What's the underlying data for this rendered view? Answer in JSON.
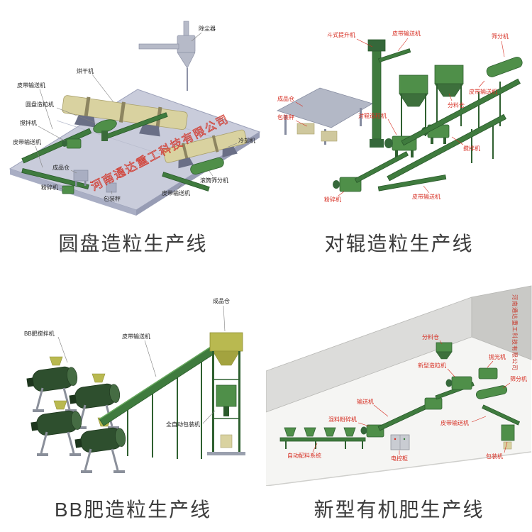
{
  "colors": {
    "machine_green": "#3f7b3e",
    "label_red": "#d62b1f",
    "watermark_red": "#d23b30",
    "drum_tan": "#d9d2a0",
    "platform_gray": "#c9ccdb"
  },
  "watermark": "河南通达重工科技有限公司",
  "panels": [
    {
      "caption": "圆盘造粒生产线",
      "labels": [
        "除尘器",
        "烘干机",
        "皮带输送机",
        "圆盘造粒机",
        "搅拌机",
        "皮带输送机",
        "成品仓",
        "粉碎机",
        "包装秤",
        "冷却机",
        "滚筒筛分机",
        "皮带输送机"
      ]
    },
    {
      "caption": "对辊造粒生产线",
      "labels": [
        "斗式提升机",
        "皮带输送机",
        "筛分机",
        "皮带输送机",
        "分料仓",
        "对辊造粒机",
        "搅拌机",
        "成品仓",
        "包装秤",
        "粉碎机",
        "皮带输送机"
      ]
    },
    {
      "caption": "BB肥造粒生产线",
      "labels": [
        "BB肥搅拌机",
        "皮带输送机",
        "成品仓",
        "全自动包装机"
      ]
    },
    {
      "caption": "新型有机肥生产线",
      "labels": [
        "分料仓",
        "输送机",
        "混料粉碎机",
        "自动配料系统",
        "电控柜",
        "新型造粒机",
        "抛光机",
        "筛分机",
        "皮带输送机",
        "包装机"
      ]
    }
  ]
}
